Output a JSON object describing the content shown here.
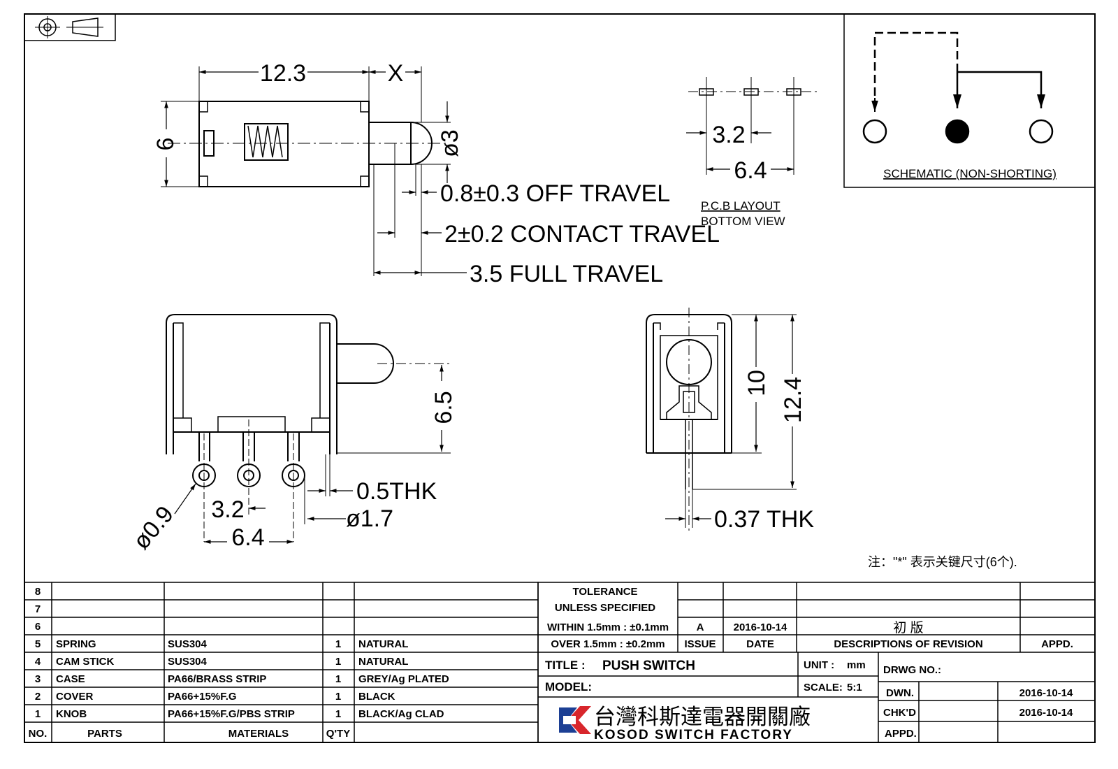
{
  "dimensions": {
    "length": "12.3",
    "x": "X",
    "height": "6",
    "knob_dia": "ø3",
    "off_travel": "0.8±0.3 OFF TRAVEL",
    "contact_travel": "2±0.2 CONTACT TRAVEL",
    "full_travel": "3.5 FULL TRAVEL",
    "pcb_pitch": "3.2",
    "pcb_span": "6.4",
    "knob_height": "6.5",
    "thk_05": "0.5THK",
    "hole_09": "ø0.9",
    "pin_pitch": "3.2",
    "pin_span": "6.4",
    "pin_dia": "ø1.7",
    "body_height": "10",
    "total_height": "12.4",
    "terminal_thk": "0.37 THK"
  },
  "pcb_layout": {
    "line1": "P.C.B LAYOUT",
    "line2": "BOTTOM VIEW"
  },
  "schematic": {
    "label": "SCHEMATIC (NON-SHORTING)"
  },
  "note": "注：\"*\"  表示关键尺寸(6个).",
  "parts_table": {
    "header": {
      "no": "NO.",
      "parts": "PARTS",
      "materials": "MATERIALS",
      "qty": "Q'TY"
    },
    "rows": [
      {
        "no": "8",
        "part": "",
        "material": "",
        "qty": "",
        "finish": ""
      },
      {
        "no": "7",
        "part": "",
        "material": "",
        "qty": "",
        "finish": ""
      },
      {
        "no": "6",
        "part": "",
        "material": "",
        "qty": "",
        "finish": ""
      },
      {
        "no": "5",
        "part": "SPRING",
        "material": "SUS304",
        "qty": "1",
        "finish": "NATURAL"
      },
      {
        "no": "4",
        "part": "CAM STICK",
        "material": "SUS304",
        "qty": "1",
        "finish": "NATURAL"
      },
      {
        "no": "3",
        "part": "CASE",
        "material": "PA66/BRASS STRIP",
        "qty": "1",
        "finish": "GREY/Ag PLATED"
      },
      {
        "no": "2",
        "part": "COVER",
        "material": "PA66+15%F.G",
        "qty": "1",
        "finish": "BLACK"
      },
      {
        "no": "1",
        "part": "KNOB",
        "material": "PA66+15%F.G/PBS STRIP",
        "qty": "1",
        "finish": "BLACK/Ag CLAD"
      }
    ]
  },
  "tolerance": {
    "line1": "TOLERANCE",
    "line2": "UNLESS  SPECIFIED",
    "within": "WITHIN 1.5mm : ±0.1mm",
    "over": "OVER 1.5mm : ±0.2mm"
  },
  "revision": {
    "issue": "A",
    "date": "2016-10-14",
    "description": "初  版",
    "col_issue": "ISSUE",
    "col_date": "DATE",
    "col_desc": "DESCRIPTIONS OF REVISION",
    "col_appd": "APPD."
  },
  "title_block": {
    "title_label": "TITLE :",
    "title": "PUSH SWITCH",
    "model_label": "MODEL:",
    "unit_label": "UNIT :",
    "unit": "mm",
    "scale_label": "SCALE:",
    "scale": "5:1",
    "drwg_label": "DRWG NO.:",
    "dwn_label": "DWN.",
    "dwn_date": "2016-10-14",
    "chkd_label": "CHK'D",
    "chkd_date": "2016-10-14",
    "appd_label": "APPD."
  },
  "company": {
    "chinese": "台灣科斯達電器開關廠",
    "english": "KOSOD SWITCH FACTORY"
  },
  "colors": {
    "ink": "#000000",
    "logo_blue": "#1c3f94",
    "logo_red": "#d8262c"
  }
}
